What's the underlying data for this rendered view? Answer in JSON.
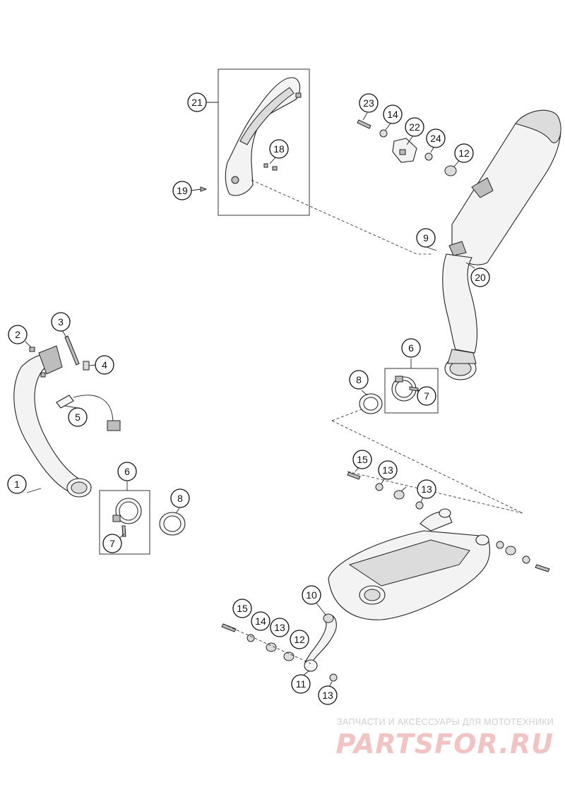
{
  "callouts": [
    "1",
    "2",
    "3",
    "4",
    "5",
    "6",
    "6",
    "7",
    "7",
    "8",
    "8",
    "9",
    "10",
    "11",
    "12",
    "12",
    "13",
    "13",
    "13",
    "13",
    "14",
    "14",
    "15",
    "15",
    "18",
    "19",
    "20",
    "21",
    "22",
    "23",
    "24"
  ],
  "watermark": {
    "tagline": "ЗАПЧАСТИ И АКСЕССУАРЫ ДЛЯ МОТОТЕХНИКИ",
    "logo_text": "PARTSFOR.RU"
  },
  "colors": {
    "line": "#222222",
    "part_fill": "#f3f3f3",
    "watermark_logo": "#f1c3c3",
    "watermark_text": "#cfcfcf"
  }
}
